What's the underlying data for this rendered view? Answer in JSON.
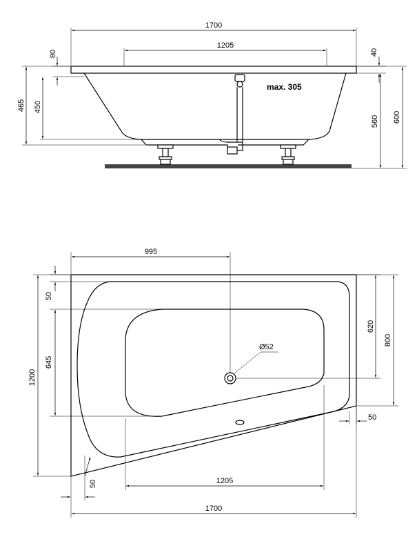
{
  "side_view": {
    "width_top": "1700",
    "inner_width": "1205",
    "rim_height": "80",
    "rim_thickness": "40",
    "height_total": "465",
    "depth": "450",
    "drain_max": "max. 305",
    "height_560": "560",
    "height_600": "600"
  },
  "plan_view": {
    "drain_offset": "995",
    "top_margin": "50",
    "total_depth": "1200",
    "inner_depth": "645",
    "drain_diameter": "Ø52",
    "right_depth_inner": "620",
    "right_depth_total": "800",
    "right_margin": "50",
    "bottom_margin": "50",
    "inner_width": "1205",
    "total_width": "1700"
  }
}
